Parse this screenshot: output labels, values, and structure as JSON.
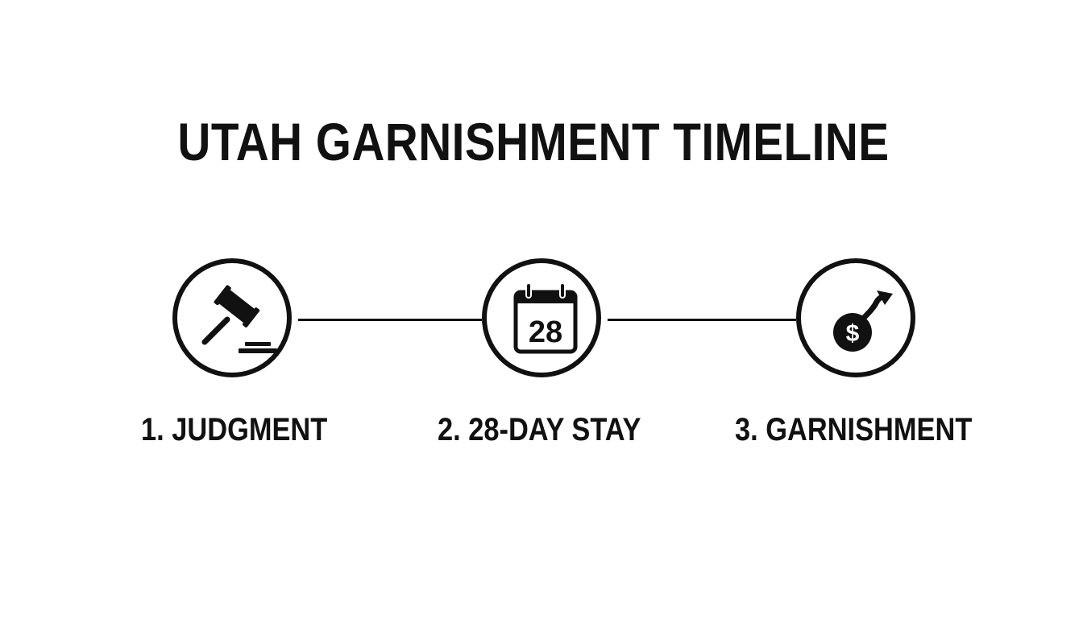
{
  "title": "UTAH GARNISHMENT TIMELINE",
  "steps": [
    {
      "label": "1. JUDGMENT",
      "icon": "gavel-icon"
    },
    {
      "label": "2. 28-DAY STAY",
      "icon": "calendar-icon",
      "calendar_day": "28"
    },
    {
      "label": "3. GARNISHMENT",
      "icon": "money-arrow-icon",
      "currency_symbol": "$"
    }
  ],
  "colors": {
    "ink": "#111111",
    "background": "#ffffff"
  }
}
